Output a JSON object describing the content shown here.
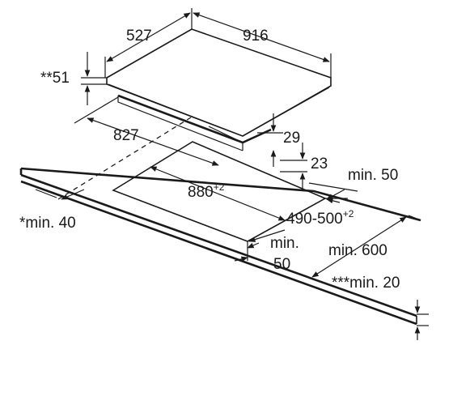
{
  "dimensions": {
    "hob_depth": "527",
    "hob_width": "916",
    "height_note": "**51",
    "cutout_offset": "827",
    "top_thickness": "29",
    "bottom_height": "23",
    "min_rear": "min. 50",
    "cutout_width_base": "880",
    "cutout_width_sup": "+2",
    "cutout_depth_base": "490-500",
    "cutout_depth_sup": "+2",
    "min_side_left": "*min. 40",
    "min_front_line1": "min.",
    "min_front_line2": "50",
    "worktop_depth": "min. 600",
    "worktop_thickness": "***min. 20"
  },
  "colors": {
    "line": "#1a1a1a",
    "background": "#ffffff"
  }
}
